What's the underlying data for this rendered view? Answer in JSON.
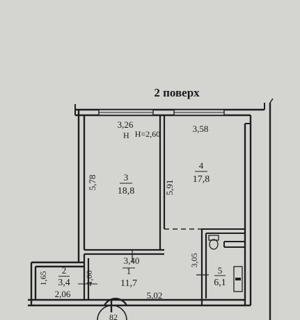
{
  "floor_title": "2 поверх",
  "ceiling_height": "H=2,60",
  "rooms": [
    {
      "number": "3",
      "area": "18,8",
      "dims": [
        "3,26",
        "5,78"
      ]
    },
    {
      "number": "4",
      "area": "17,8",
      "dims": [
        "3,58",
        "5,91"
      ]
    },
    {
      "number": "1",
      "area": "11,7",
      "dims": [
        "3,40",
        "5,02",
        "1,00"
      ]
    },
    {
      "number": "2",
      "area": "3,4",
      "dims": [
        "1,65",
        "2,06"
      ]
    },
    {
      "number": "5",
      "area": "6,1",
      "dims": [
        "3,05"
      ]
    }
  ],
  "bottom_cut_label": "82"
}
